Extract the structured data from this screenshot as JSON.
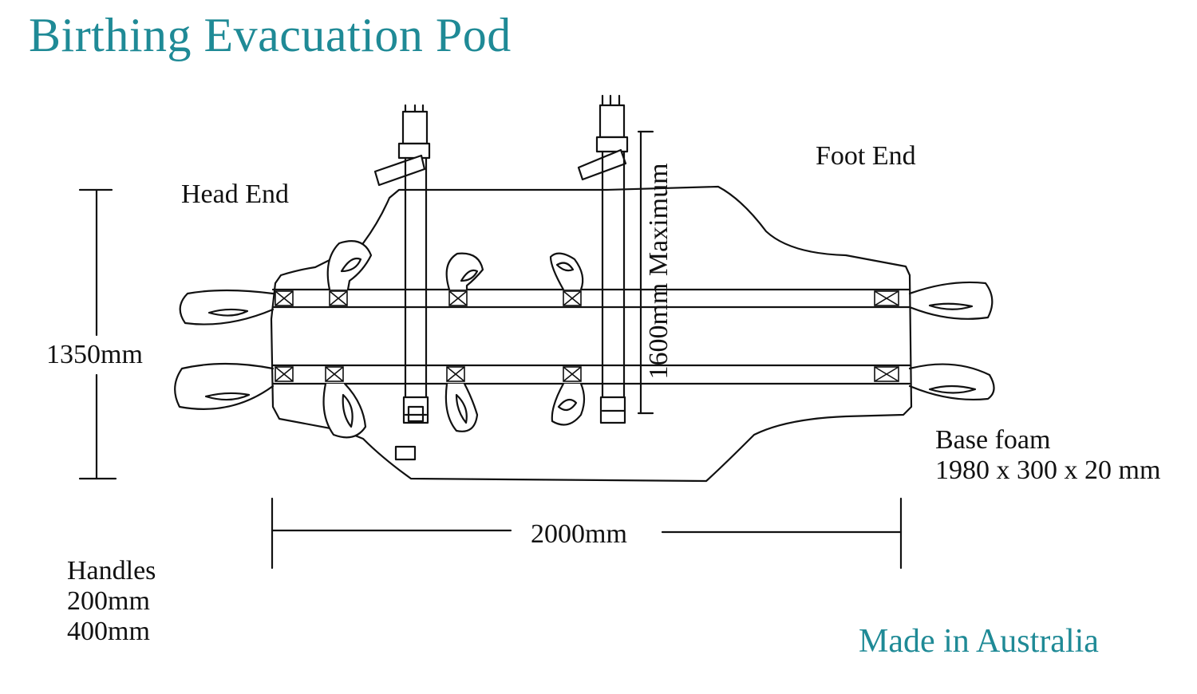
{
  "title": "Birthing Evacuation Pod",
  "labels": {
    "head_end": "Head End",
    "foot_end": "Foot End",
    "height": "1350mm",
    "width": "2000mm",
    "max_length": "1600mm Maximum",
    "base_foam_title": "Base foam",
    "base_foam_dims": "1980 x 300 x 20 mm",
    "handles_title": "Handles",
    "handles_size_1": "200mm",
    "handles_size_2": "400mm"
  },
  "footer": "Made in Australia",
  "colors": {
    "accent": "#1f8a96",
    "ink": "#111111"
  }
}
